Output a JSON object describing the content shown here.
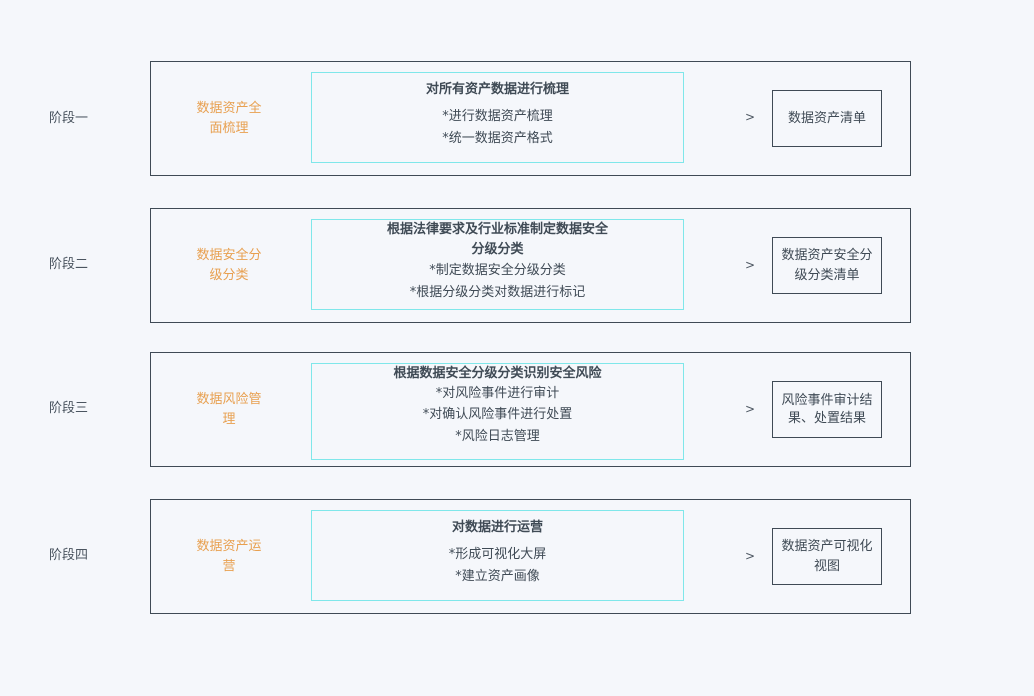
{
  "stages": [
    {
      "label": "阶段一",
      "name": "数据资产全面梳理",
      "title": "对所有资产数据进行梳理",
      "items": [
        "*进行数据资产梳理",
        "*统一数据资产格式"
      ],
      "arrow": ">",
      "output": "数据资产清单"
    },
    {
      "label": "阶段二",
      "name": "数据安全分级分类",
      "title": "根据法律要求及行业标准制定数据安全分级分类",
      "items": [
        "*制定数据安全分级分类",
        "*根据分级分类对数据进行标记"
      ],
      "arrow": ">",
      "output": "数据资产安全分级分类清单"
    },
    {
      "label": "阶段三",
      "name": "数据风险管理",
      "title": "根据数据安全分级分类识别安全风险",
      "items": [
        "*对风险事件进行审计",
        "*对确认风险事件进行处置",
        "*风险日志管理"
      ],
      "arrow": ">",
      "output": "风险事件审计结果、处置结果"
    },
    {
      "label": "阶段四",
      "name": "数据资产运营",
      "title": "对数据进行运营",
      "items": [
        "*形成可视化大屏",
        "*建立资产画像"
      ],
      "arrow": ">",
      "output": "数据资产可视化视图"
    }
  ]
}
